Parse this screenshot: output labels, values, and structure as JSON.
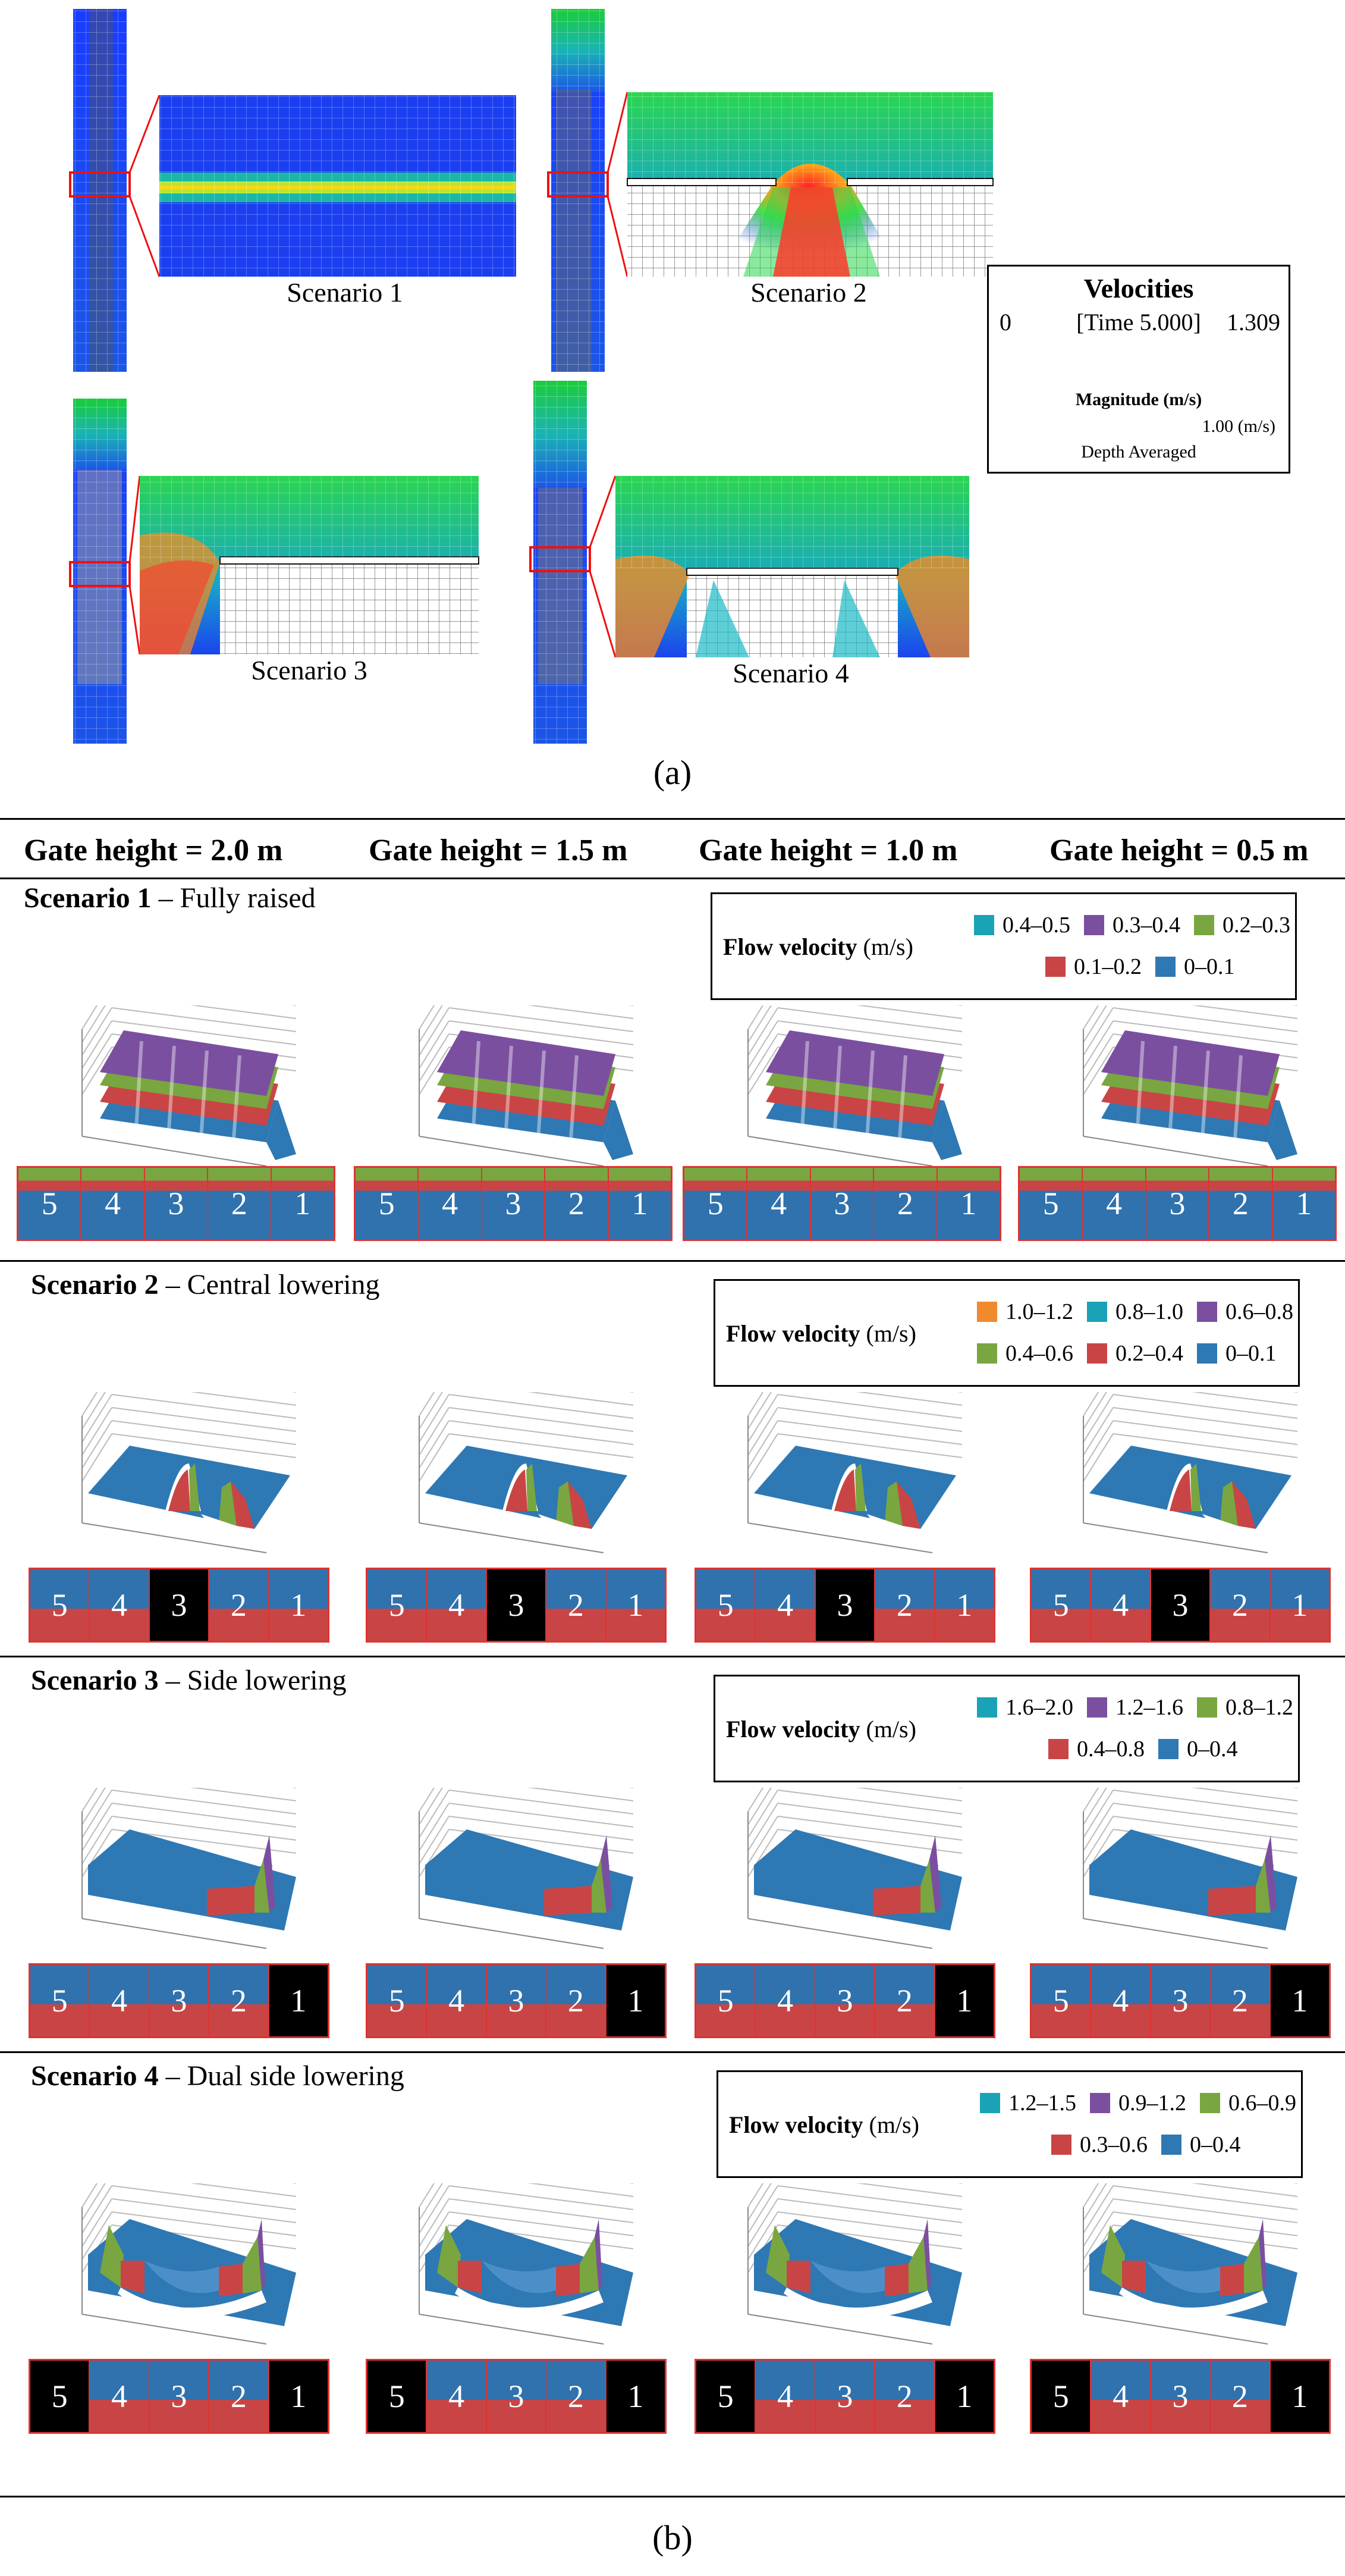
{
  "part_a": {
    "label": "(a)",
    "scenarios": [
      "Scenario 1",
      "Scenario 2",
      "Scenario 3",
      "Scenario 4"
    ],
    "velocity_legend": {
      "title": "Velocities",
      "min": "0",
      "time": "[Time 5.000]",
      "max": "1.309",
      "magnitude_label": "Magnitude (m/s)",
      "arrow_value": "1.00 (m/s)",
      "mode": "Depth Averaged"
    }
  },
  "part_b": {
    "label": "(b)",
    "gate_heights": [
      "Gate height = 2.0 m",
      "Gate height = 1.5 m",
      "Gate height = 1.0 m",
      "Gate height = 0.5 m"
    ],
    "legend_title": "Flow velocity",
    "legend_unit": "(m/s)",
    "rows": [
      {
        "name": "Scenario 1",
        "desc": " – Fully raised",
        "legend": [
          [
            "0.4–0.5",
            "#1aa3b6"
          ],
          [
            "0.3–0.4",
            "#7b4fa0"
          ],
          [
            "0.2–0.3",
            "#79a640"
          ],
          [
            "0.1–0.2",
            "#c94545"
          ],
          [
            "0–0.1",
            "#2e78b4"
          ]
        ],
        "dark": []
      },
      {
        "name": "Scenario 2",
        "desc": " – Central lowering",
        "legend": [
          [
            "1.0–1.2",
            "#ef8a2f"
          ],
          [
            "0.8–1.0",
            "#1aa3b6"
          ],
          [
            "0.6–0.8",
            "#7b4fa0"
          ],
          [
            "0.4–0.6",
            "#79a640"
          ],
          [
            "0.2–0.4",
            "#c94545"
          ],
          [
            "0–0.1",
            "#2e78b4"
          ]
        ],
        "dark": [
          3
        ]
      },
      {
        "name": "Scenario 3",
        "desc": " – Side lowering",
        "legend": [
          [
            "1.6–2.0",
            "#1aa3b6"
          ],
          [
            "1.2–1.6",
            "#7b4fa0"
          ],
          [
            "0.8–1.2",
            "#79a640"
          ],
          [
            "0.4–0.8",
            "#c94545"
          ],
          [
            "0–0.4",
            "#2e78b4"
          ]
        ],
        "dark": [
          1
        ]
      },
      {
        "name": "Scenario 4",
        "desc": " – Dual side lowering",
        "legend": [
          [
            "1.2–1.5",
            "#1aa3b6"
          ],
          [
            "0.9–1.2",
            "#7b4fa0"
          ],
          [
            "0.6–0.9",
            "#79a640"
          ],
          [
            "0.3–0.6",
            "#c94545"
          ],
          [
            "0–0.4",
            "#2e78b4"
          ]
        ],
        "dark": [
          5,
          1
        ]
      }
    ],
    "gate_numbers": [
      "5",
      "4",
      "3",
      "2",
      "1"
    ]
  }
}
